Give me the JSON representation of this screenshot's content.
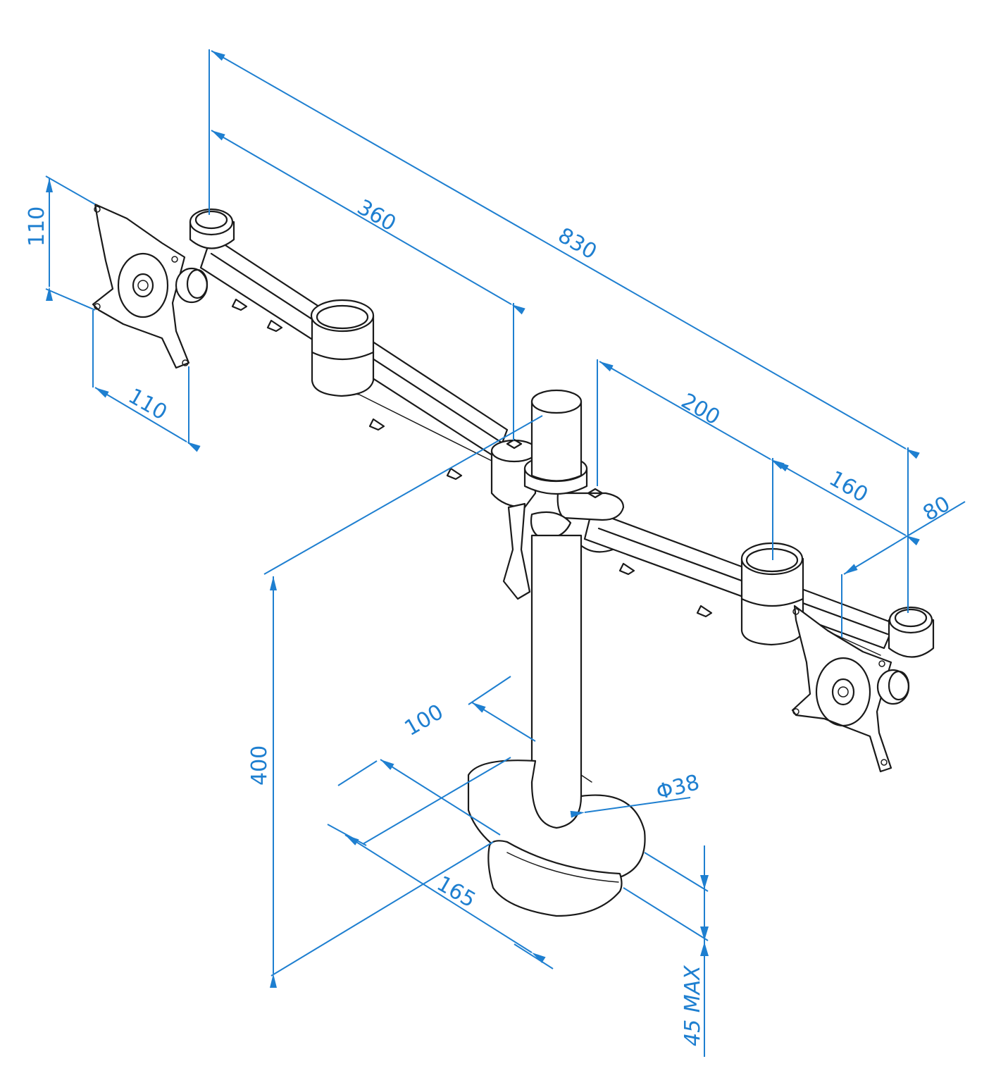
{
  "colors": {
    "dimension": "#1e7fd0",
    "line": "#1a1a1a",
    "background": "#ffffff"
  },
  "dimensions": {
    "total_width": "830",
    "arm_left": "360",
    "arm_right": "200",
    "arm_end": "160",
    "end_offset": "80",
    "vesa_height": "110",
    "vesa_width": "110",
    "pole_height": "400",
    "pole_diameter": "Φ38",
    "base_depth": "100",
    "base_width": "165",
    "clamp_max": "45 MAX"
  }
}
